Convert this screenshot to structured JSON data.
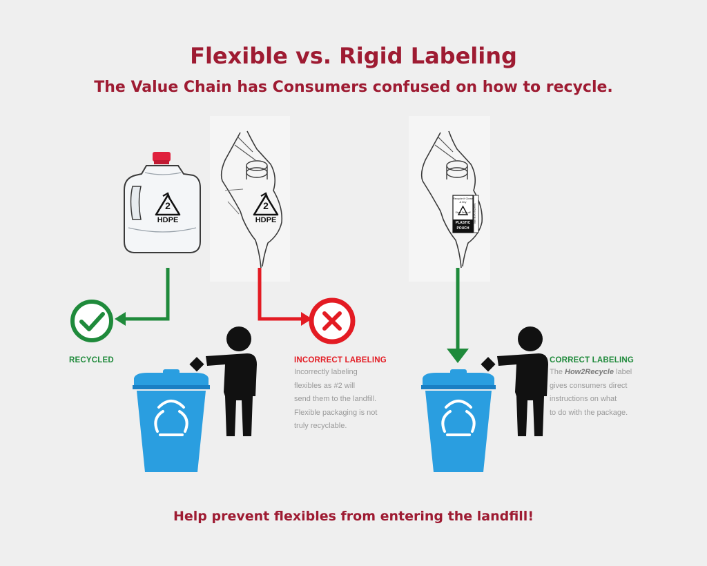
{
  "header": {
    "title": "Flexible vs. Rigid Labeling",
    "subtitle": "The Value Chain has Consumers confused on how to recycle."
  },
  "jug": {
    "code": "2",
    "resin": "HDPE"
  },
  "pouch_hdpe": {
    "code": "2",
    "resin": "HDPE"
  },
  "pouch_h2r": {
    "label_top": "Recycle if Clean & Dry",
    "label_mid": "Store Drop-off",
    "label_bottom": "PLASTIC",
    "label_bottom2": "POUCH",
    "side_text": "how2recycle.info"
  },
  "recycled": {
    "heading": "RECYCLED"
  },
  "incorrect": {
    "heading": "INCORRECT LABELING",
    "lines": [
      "Incorrectly labeling",
      "flexibles as #2 will",
      "send them to the landfill.",
      "Flexible packaging is not",
      "truly recyclable."
    ]
  },
  "correct": {
    "heading": "CORRECT LABELING",
    "line1_pre": "The ",
    "line1_brand": "How2Recycle",
    "line1_post": " label",
    "lines": [
      "gives consumers direct",
      "instructions on what",
      "to do with the package."
    ]
  },
  "footer": {
    "text": "Help prevent flexibles from entering the landfill!"
  },
  "colors": {
    "title": "#9e1b32",
    "green": "#1f8a3b",
    "red": "#e31b23",
    "bin_blue": "#2a9ee0",
    "bin_blue_dark": "#1a7fc4"
  }
}
